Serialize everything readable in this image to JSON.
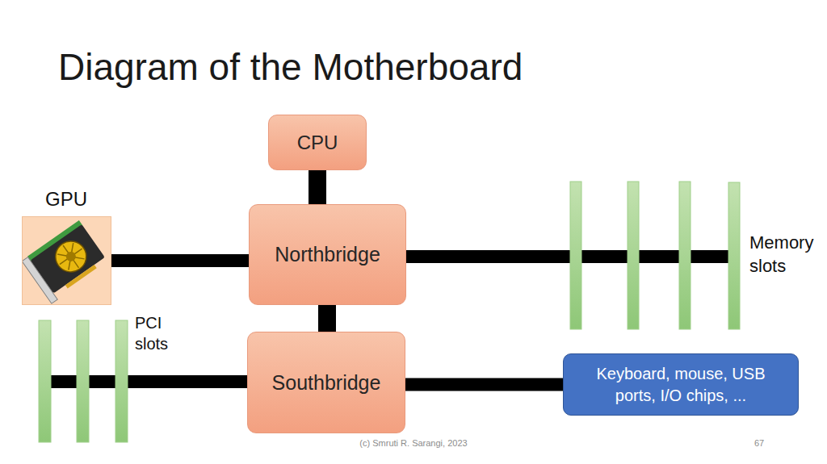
{
  "diagram": {
    "title": "Diagram of the Motherboard",
    "nodes": [
      {
        "text": [
          "CPU"
        ]
      },
      {
        "text": [
          "GPU"
        ]
      },
      {
        "text": [
          "Northbridge"
        ]
      },
      {
        "text": [
          "Southbridge"
        ]
      },
      {
        "text": [
          "Keyboard, mouse, USB ports, I/O chips, ..."
        ]
      }
    ],
    "edges": [
      {
        "from": 0,
        "to": 2,
        "arrow": "none"
      },
      {
        "from": 1,
        "to": 2,
        "arrow": "none"
      },
      {
        "from": 2,
        "to": 3,
        "arrow": "none"
      },
      {
        "from": 3,
        "to": 4,
        "arrow": "none"
      }
    ],
    "labels": [
      "Memory slots",
      "PCI slots",
      "(c) Smruti R. Sarangi, 2023",
      "67"
    ]
  }
}
